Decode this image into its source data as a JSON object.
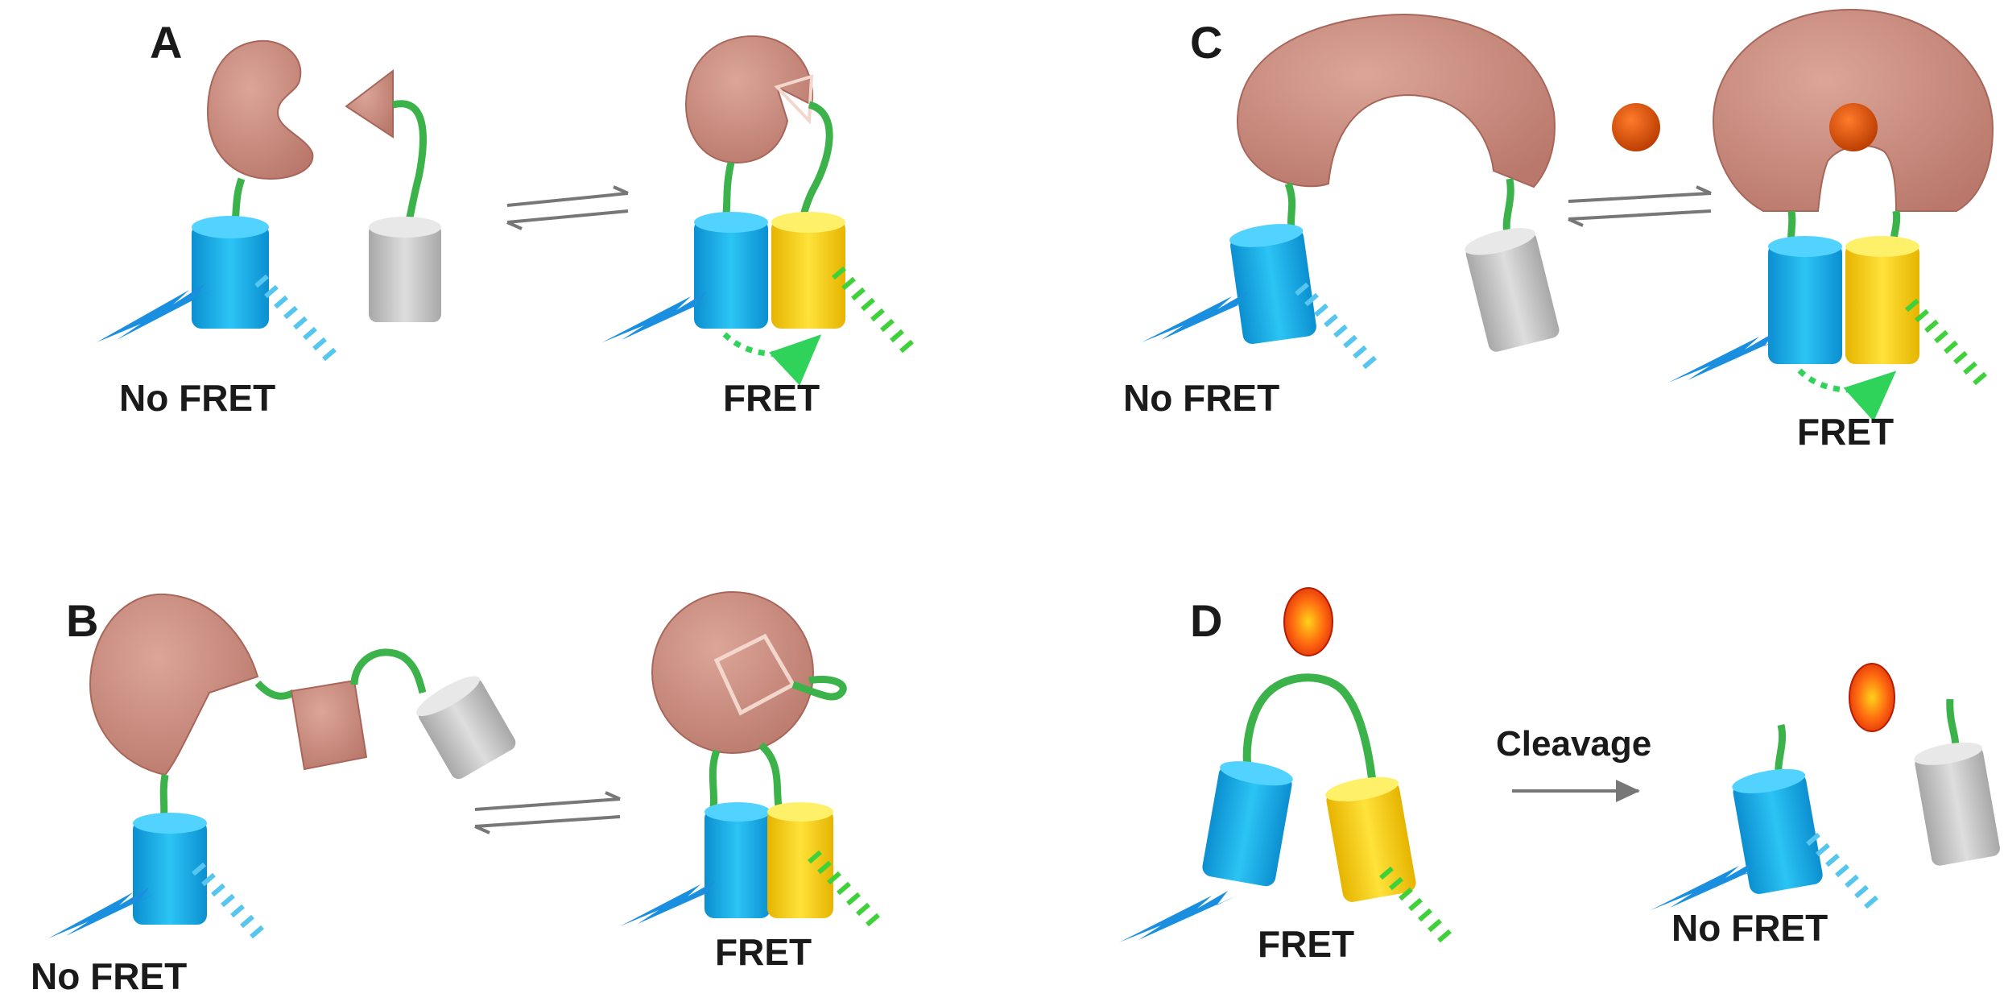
{
  "colors": {
    "protein": "#c98a7e",
    "protein_edge": "#a8665a",
    "donor": "#1aa8e6",
    "donor_dark": "#0b79b8",
    "acceptor": "#f5cc14",
    "acceptor_dark": "#d9a800",
    "inactive": "#bdbdbd",
    "inactive_dark": "#8f8f8f",
    "linker": "#3cb34a",
    "ligand_c": "#d94a06",
    "ligand_d": "#e8400f",
    "excitation": "#1a8fe0",
    "emission_donor": "#57c6ee",
    "emission_acceptor": "#3fd13a",
    "equilibrium_arrow": "#777777"
  },
  "panels": {
    "A": {
      "letter": "A",
      "left_label": "No FRET",
      "right_label": "FRET"
    },
    "B": {
      "letter": "B",
      "left_label": "No FRET",
      "right_label": "FRET"
    },
    "C": {
      "letter": "C",
      "left_label": "No FRET",
      "right_label": "FRET"
    },
    "D": {
      "letter": "D",
      "left_label": "FRET",
      "right_label": "No FRET",
      "arrow_label": "Cleavage"
    }
  }
}
